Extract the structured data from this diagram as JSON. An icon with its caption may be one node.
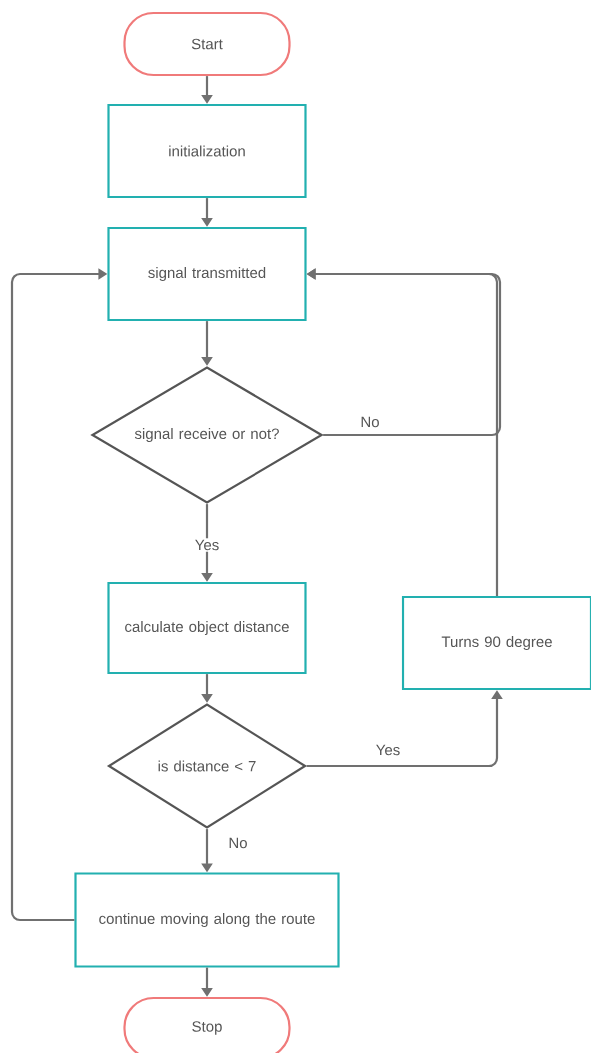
{
  "diagram": {
    "nodes": [
      {
        "text": [
          "Start"
        ]
      },
      {
        "text": [
          "initialization"
        ]
      },
      {
        "text": [
          "signal transmitted"
        ]
      },
      {
        "text": [
          "signal receive  or not?"
        ]
      },
      {
        "text": [
          "calculate object distance"
        ]
      },
      {
        "text": [
          "is distance < 7"
        ]
      },
      {
        "text": [
          "Turns 90 degree"
        ]
      },
      {
        "text": [
          "continue moving along the route"
        ]
      },
      {
        "text": [
          "Stop"
        ]
      }
    ],
    "edges": [
      {
        "from": 0,
        "to": 1,
        "arrow": "to"
      },
      {
        "from": 1,
        "to": 2,
        "arrow": "to"
      },
      {
        "from": 2,
        "to": 3,
        "arrow": "to"
      },
      {
        "from": 3,
        "to": 4,
        "arrow": "to",
        "label": "Yes"
      },
      {
        "from": 3,
        "to": 2,
        "arrow": "to",
        "label": "No"
      },
      {
        "from": 4,
        "to": 5,
        "arrow": "to"
      },
      {
        "from": 5,
        "to": 6,
        "arrow": "to",
        "label": "Yes"
      },
      {
        "from": 6,
        "to": 2,
        "arrow": "to"
      },
      {
        "from": 5,
        "to": 7,
        "arrow": "to",
        "label": "No"
      },
      {
        "from": 7,
        "to": 2,
        "arrow": "to"
      },
      {
        "from": 7,
        "to": 8,
        "arrow": "to"
      }
    ]
  }
}
